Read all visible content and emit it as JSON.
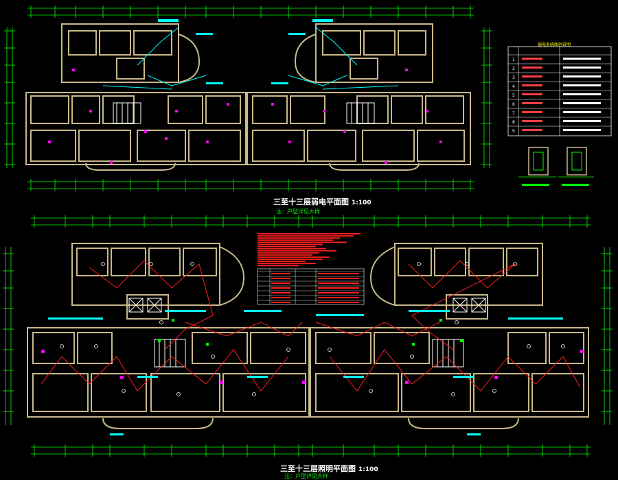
{
  "drawing": {
    "upper_plan": {
      "title": "三至十三层弱电平面图",
      "scale": "1:100",
      "subtitle": "注：户型详见大样"
    },
    "lower_plan": {
      "title": "三至十三层照明平面图",
      "scale": "1:100",
      "subtitle": "注：户型详见大样"
    },
    "legend_table": {
      "title": "弱电系统图例说明",
      "row_numbers": [
        "1",
        "2",
        "3",
        "4",
        "5",
        "6",
        "7",
        "8",
        "9"
      ]
    }
  },
  "colors": {
    "wall": "#c8b98a",
    "dim": "#00ff00",
    "cyan": "#00ffff",
    "red": "#ff2020",
    "magenta": "#ff00ff",
    "white": "#ffffff",
    "yellow": "#ffff00"
  }
}
